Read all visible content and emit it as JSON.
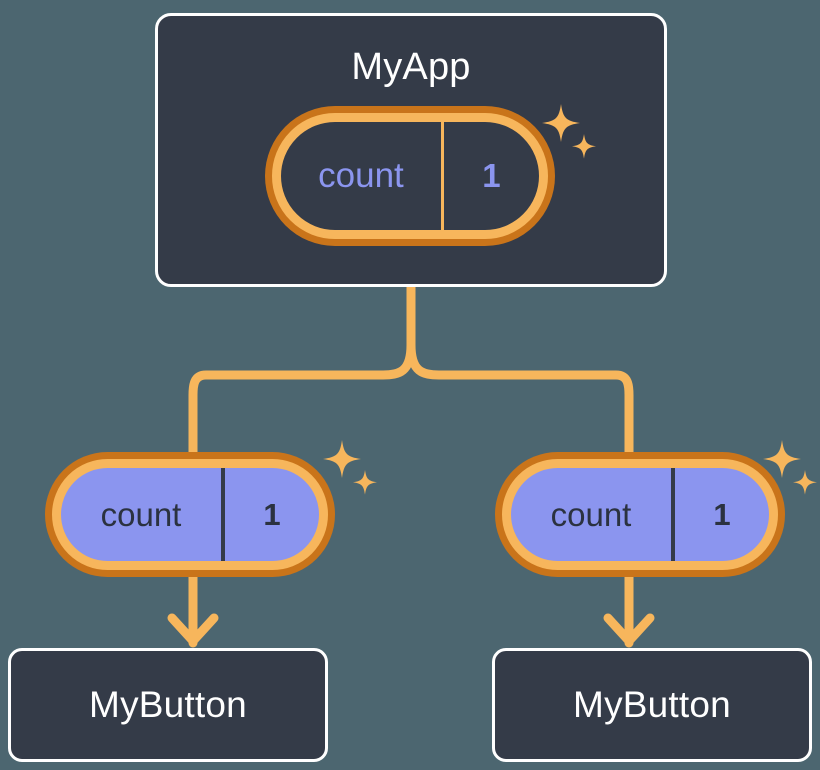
{
  "theme": {
    "page_background": "#4c6670",
    "card_background": "#343b48",
    "card_border": "#ffffff",
    "ring_outer": "#c9741a",
    "ring_inner": "#f7b65c",
    "state_fill": "#8b95ef",
    "state_text_dark": "#2b3240",
    "state_text_light": "#8b95ef",
    "title_text": "#ffffff",
    "wire": "#f7b65c"
  },
  "diagram": {
    "type": "component-tree",
    "root": {
      "name": "root-component",
      "title": "MyApp",
      "state": {
        "key": "count",
        "value": "1",
        "style": "hollow",
        "sparkle": true
      }
    },
    "children": [
      {
        "name": "child-left",
        "state": {
          "key": "count",
          "value": "1",
          "style": "filled",
          "sparkle": true
        },
        "leaf": {
          "name": "leaf-left",
          "title": "MyButton"
        }
      },
      {
        "name": "child-right",
        "state": {
          "key": "count",
          "value": "1",
          "style": "filled",
          "sparkle": true
        },
        "leaf": {
          "name": "leaf-right",
          "title": "MyButton"
        }
      }
    ],
    "connectors": {
      "fork_label": "props-down",
      "arrow_label": "passes-to"
    },
    "icons": {
      "sparkle_large": "sparkle-icon",
      "sparkle_small": "sparkle-small-icon",
      "arrow": "arrow-down-icon"
    }
  }
}
